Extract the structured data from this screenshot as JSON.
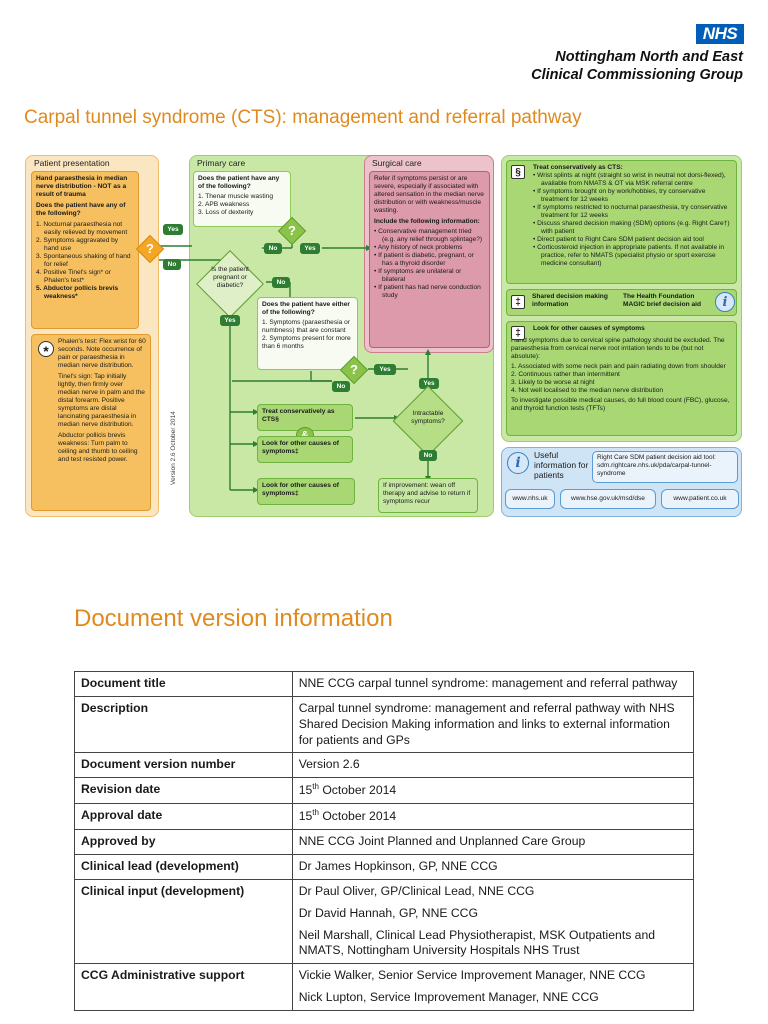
{
  "header": {
    "logo": "NHS",
    "org_line_1": "Nottingham North and East",
    "org_line_2": "Clinical Commissioning Group",
    "title": "Carpal tunnel syndrome (CTS): management and referral pathway"
  },
  "flowchart": {
    "patient_presentation": {
      "heading": "Patient presentation",
      "box_title": "Hand paraesthesia in median nerve distribution - NOT as a result of trauma",
      "question": "Does the patient have any of the following?",
      "items": [
        "1. Nocturnal paraesthesia not easily relieved by movement",
        "2. Symptoms aggravated by hand use",
        "3. Spontaneous shaking of hand for relief",
        "4. Positive Tinel's sign* or Phalen's test*",
        "5. Abductor pollicis brevis weakness*"
      ],
      "star_symbol": "*",
      "phalen": "Phalen's test: Flex wrist for 60 seconds. Note occurrence of pain or paraesthesia in median nerve distribution.",
      "tinel": "Tinel's sign: Tap initially lightly, then firmly over median nerve in palm and the distal forearm. Positive symptoms are distal lancinating paraesthesia in median nerve distribution.",
      "apb": "Abductor pollicis brevis weakness: Turn palm to ceiling and thumb to ceiling and test resisted power."
    },
    "primary_care": {
      "heading": "Primary care",
      "box1_q": "Does the patient have any of the following?",
      "box1_items": [
        "1. Thenar muscle wasting",
        "2. APB weakness",
        "3. Loss of dexterity"
      ],
      "pregnant_q": "Is the patient pregnant or diabetic?",
      "box2_q": "Does the patient have either of the following?",
      "box2_items": [
        "1. Symptoms (paraesthesia or numbness) that are constant",
        "2. Symptoms present for more than 6 months"
      ],
      "treat": "Treat conservatively as CTS§",
      "look_for": "Look for other causes of symptoms‡",
      "look_for_2": "Look for other causes of symptoms‡",
      "intractable": "Intractable symptoms?",
      "improve": "If improvement: wean off therapy and advise to return if symptoms recur",
      "version": "Version 2.6 October 2014",
      "yes": "Yes",
      "no": "No",
      "q": "?",
      "amp": "&"
    },
    "surgical_care": {
      "heading": "Surgical care",
      "intro": "Refer if symptoms persist or are severe, especially if associated with altered sensation in the median nerve distribution or with weakness/muscle wasting.",
      "include": "Include the following information:",
      "items": [
        "Conservative management tried (e.g. any relief through splintage?)",
        "Any history of neck problems",
        "If patient is diabetic, pregnant, or has a thyroid disorder",
        "If symptoms are unilateral or bilateral",
        "If patient has had nerve conduction study"
      ]
    },
    "conservative": {
      "symbol": "§",
      "title": "Treat conservatively as CTS:",
      "items": [
        "Wrist splints at night (straight so wrist in neutral not dorsi-flexed), available from NMATS & OT via MSK referral centre",
        "If symptoms brought on by work/hobbies, try conservative treatment for 12 weeks",
        "If symptoms restricted to nocturnal paraesthesia, try conservative treatment for 12 weeks",
        "Discuss shared decision making (SDM) options (e.g. Right Care†) with patient",
        "Direct patient to Right Care SDM patient decision aid tool",
        "Corticosteroid injection in appropriate patients. If not available in practice, refer to NMATS (specialist physio or sport exercise medicine consultant)"
      ],
      "sdm_symbol": "‡",
      "sdm_label": "Shared decision making information",
      "foundation": "The Health Foundation MAGIC brief decision aid",
      "info_symbol": "i"
    },
    "other_causes": {
      "symbol": "‡",
      "title": "Look for other causes of symptoms",
      "intro": "Hand symptoms due to cervical spine pathology should be excluded. The paraesthesia from cervical nerve root irritation tends to be (but not absolute):",
      "items": [
        "1. Associated with some neck pain and pain radiating down from shoulder",
        "2. Continuous rather than intermittent",
        "3. Likely to be worse at night",
        "4. Not well localised to the median nerve distribution"
      ],
      "outro": "To investigate possible medical causes, do full blood count (FBC), glucose, and thyroid function tests (TFTs)"
    },
    "useful_info": {
      "symbol": "i",
      "label": "Useful information for patients",
      "tool": "Right Care SDM patient decision aid tool: sdm.rightcare.nhs.uk/pda/carpal-tunnel-syndrome",
      "links": [
        "www.nhs.uk",
        "www.hse.gov.uk/msd/dse",
        "www.patient.co.uk"
      ]
    }
  },
  "version_info": {
    "heading": "Document version information",
    "rows": [
      {
        "key": "Document title",
        "values": [
          "NNE CCG carpal tunnel syndrome: management and referral pathway"
        ]
      },
      {
        "key": "Description",
        "values": [
          "Carpal tunnel syndrome: management and referral pathway with NHS Shared Decision Making information and links to external information for patients and GPs"
        ]
      },
      {
        "key": "Document version number",
        "values": [
          "Version 2.6"
        ]
      },
      {
        "key": "Revision date",
        "values": [
          "15th October 2014"
        ]
      },
      {
        "key": "Approval date",
        "values": [
          "15th October 2014"
        ]
      },
      {
        "key": "Approved by",
        "values": [
          "NNE CCG Joint Planned and Unplanned Care Group"
        ]
      },
      {
        "key": "Clinical lead (development)",
        "values": [
          "Dr James Hopkinson, GP, NNE CCG"
        ]
      },
      {
        "key": "Clinical input (development)",
        "values": [
          "Dr Paul Oliver, GP/Clinical Lead, NNE CCG",
          "Dr David Hannah, GP, NNE CCG",
          "Neil Marshall, Clinical Lead Physiotherapist, MSK Outpatients and NMATS, Nottingham University Hospitals NHS Trust"
        ]
      },
      {
        "key": "CCG Administrative support",
        "values": [
          "Vickie Walker, Senior Service Improvement Manager, NNE CCG",
          "Nick Lupton, Service Improvement Manager, NNE CCG"
        ]
      }
    ]
  }
}
